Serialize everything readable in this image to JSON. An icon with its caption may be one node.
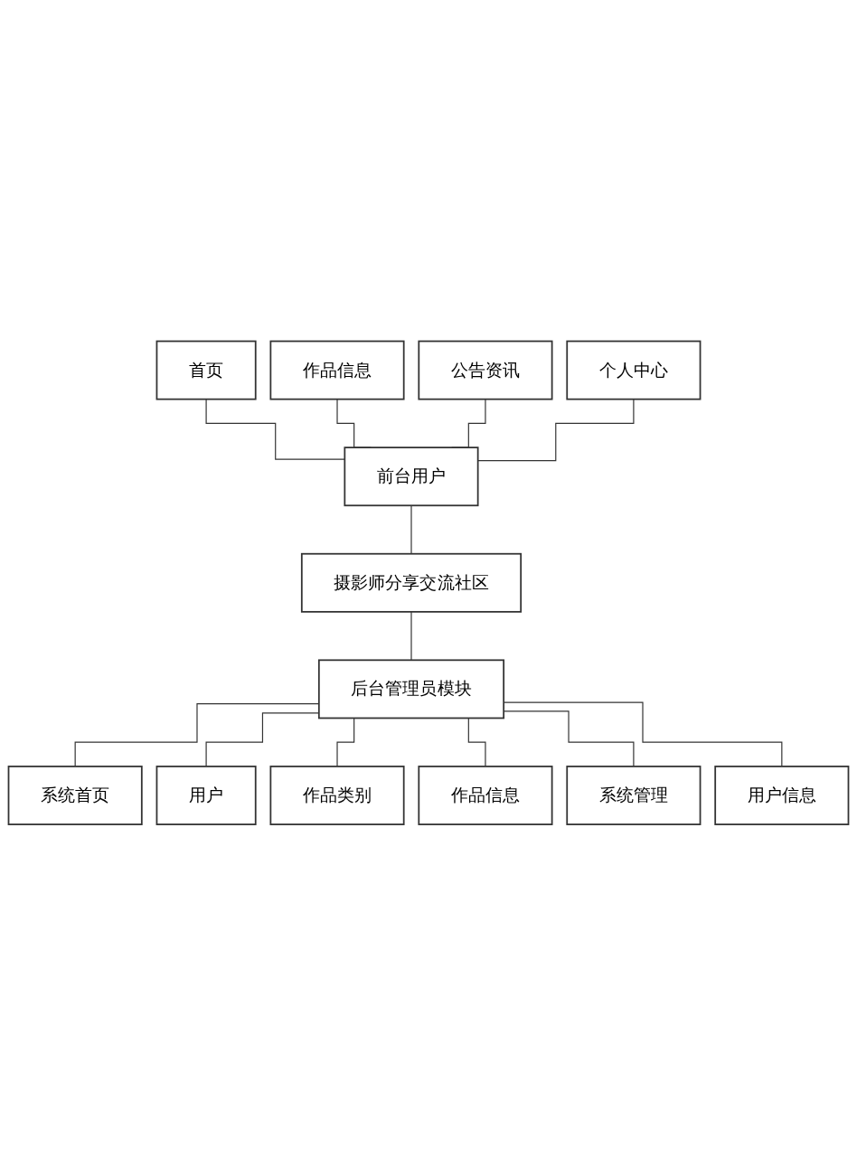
{
  "diagram": {
    "nodes": [
      {
        "text": [
          "首页"
        ]
      },
      {
        "text": [
          "作品信息"
        ]
      },
      {
        "text": [
          "公告资讯"
        ]
      },
      {
        "text": [
          "个人中心"
        ]
      },
      {
        "text": [
          "前台用户"
        ]
      },
      {
        "text": [
          "摄影师分享交流社区"
        ]
      },
      {
        "text": [
          "后台管理员模块"
        ]
      },
      {
        "text": [
          "系统首页"
        ]
      },
      {
        "text": [
          "用户"
        ]
      },
      {
        "text": [
          "作品类别"
        ]
      },
      {
        "text": [
          "作品信息"
        ]
      },
      {
        "text": [
          "系统管理"
        ]
      },
      {
        "text": [
          "用户信息"
        ]
      }
    ],
    "edges": [
      {
        "from": 0,
        "to": 4,
        "arrow": "none"
      },
      {
        "from": 1,
        "to": 4,
        "arrow": "none"
      },
      {
        "from": 2,
        "to": 4,
        "arrow": "none"
      },
      {
        "from": 3,
        "to": 4,
        "arrow": "none"
      },
      {
        "from": 4,
        "to": 5,
        "arrow": "none"
      },
      {
        "from": 5,
        "to": 6,
        "arrow": "none"
      },
      {
        "from": 6,
        "to": 7,
        "arrow": "none"
      },
      {
        "from": 6,
        "to": 8,
        "arrow": "none"
      },
      {
        "from": 6,
        "to": 9,
        "arrow": "none"
      },
      {
        "from": 6,
        "to": 10,
        "arrow": "none"
      },
      {
        "from": 6,
        "to": 11,
        "arrow": "none"
      },
      {
        "from": 6,
        "to": 12,
        "arrow": "none"
      }
    ]
  }
}
